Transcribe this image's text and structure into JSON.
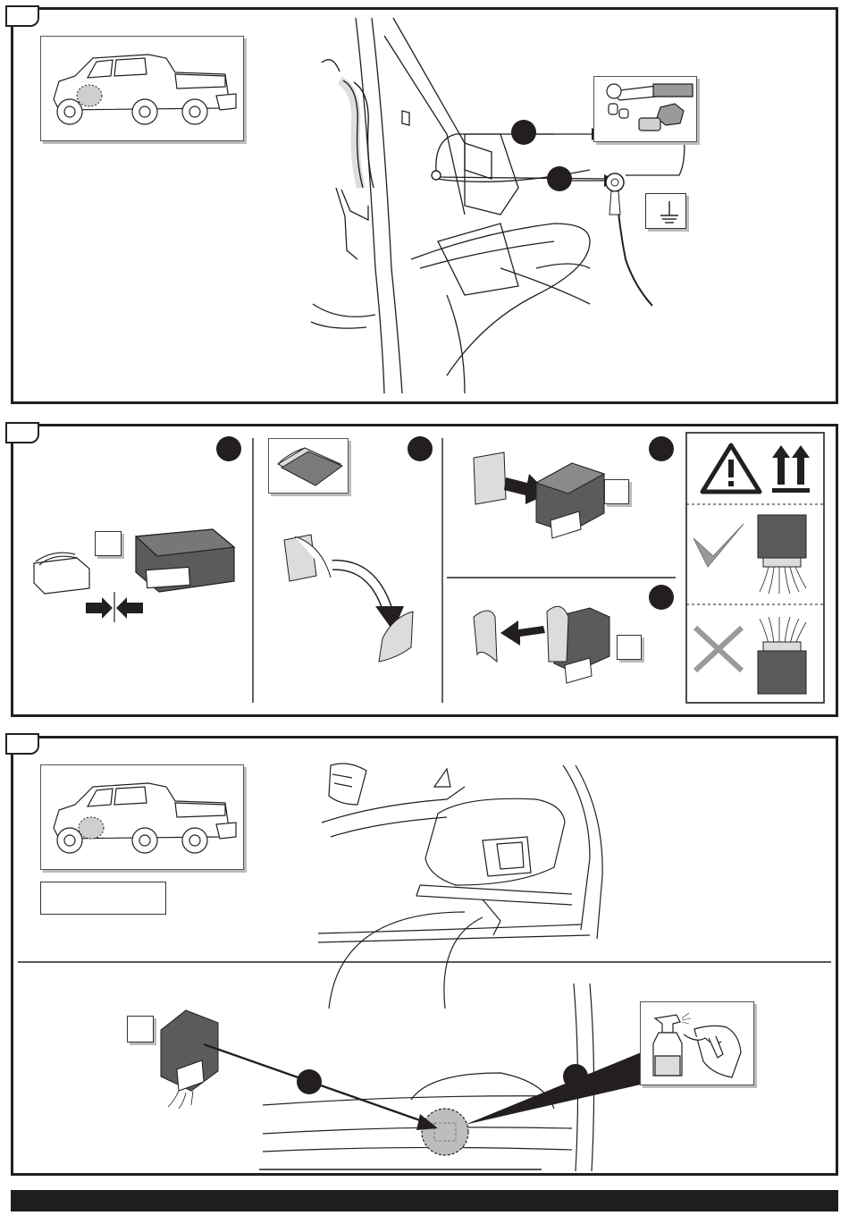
{
  "colors": {
    "line": "#231f20",
    "fill_dark": "#6d6d6d",
    "fill_light": "#d9d9d9",
    "thumb_shadow": "#bbbbbb",
    "footer": "#1e1e1e"
  },
  "icons": {
    "ground": "ground-symbol-icon",
    "warning": "warning-triangle-icon",
    "this_way_up": "this-way-up-arrows-icon",
    "correct": "check-mark-icon",
    "incorrect": "cross-mark-icon",
    "cleaning": "spray-bottle-and-cloth-icon",
    "tools": "ratchet-and-bolt-icon"
  },
  "steps": [
    {
      "id": "step-1"
    },
    {
      "id": "step-2"
    },
    {
      "id": "step-3"
    }
  ]
}
